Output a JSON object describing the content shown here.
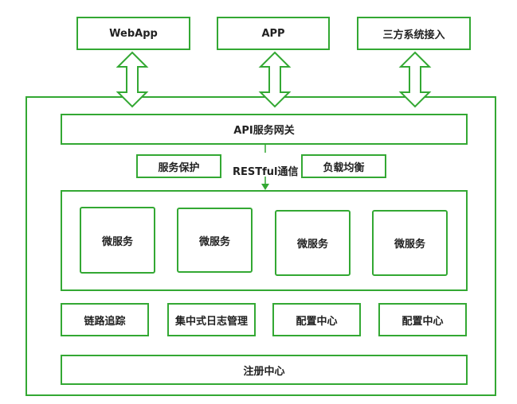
{
  "clients": [
    {
      "label": "WebApp"
    },
    {
      "label": "APP"
    },
    {
      "label": "三方系统接入"
    }
  ],
  "gateway": {
    "label": "API服务网关"
  },
  "service_protection": {
    "label": "服务保护"
  },
  "restful": {
    "label": "RESTful通信"
  },
  "load_balance": {
    "label": "负载均衡"
  },
  "microservices": [
    {
      "label": "微服务"
    },
    {
      "label": "微服务"
    },
    {
      "label": "微服务"
    },
    {
      "label": "微服务"
    }
  ],
  "infra": [
    {
      "label": "链路追踪"
    },
    {
      "label": "集中式日志管理"
    },
    {
      "label": "配置中心"
    },
    {
      "label": "配置中心"
    }
  ],
  "registry": {
    "label": "注册中心"
  },
  "colors": {
    "accent": "#33a833"
  }
}
